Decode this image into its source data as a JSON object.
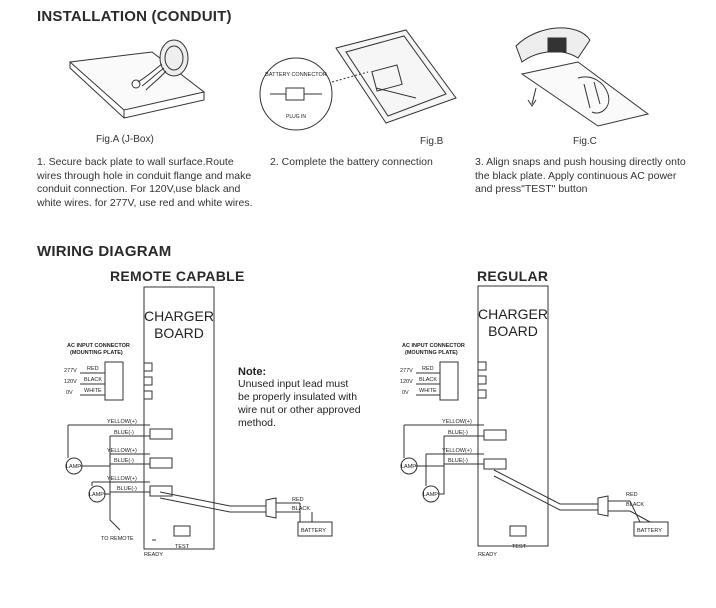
{
  "installation": {
    "title": "INSTALLATION (CONDUIT)",
    "figures": [
      {
        "caption": "Fig.A (J-Box)",
        "step": "1. Secure back plate to wall surface.Route wires through hole in conduit flange and make conduit connection. For 120V,use black and white wires. for 277V, use red and white wires."
      },
      {
        "caption": "Fig.B",
        "step": "2. Complete the battery connection",
        "callout_label": "BATTERY CONNECTOR",
        "plug_label": "PLUG IN"
      },
      {
        "caption": "Fig.C",
        "step": "3. Align snaps and push housing directly onto the black plate. Apply continuous AC power and press\"TEST\" button"
      }
    ]
  },
  "wiring": {
    "title": "WIRING DIAGRAM",
    "note_title": "Note:",
    "note_lines": [
      "Unused input lead must",
      "be properly insulated with",
      "wire nut or other approved",
      "method."
    ],
    "diagrams": [
      {
        "name": "REMOTE CAPABLE",
        "board_line1": "CHARGER",
        "board_line2": "BOARD",
        "ac_label_1": "AC INPUT CONNECTOR",
        "ac_label_2": "(MOUNTING PLATE)",
        "v277": "277V",
        "v120": "120V",
        "v0": "0V",
        "red": "RED",
        "black": "BLACK",
        "white": "WHITE",
        "yellow_1": "YELLOW(+)",
        "blue_1": "BLUE(-)",
        "yellow_2": "YELLOW(+)",
        "blue_2": "BLUE(-)",
        "yellow_3": "YELLOW(+)",
        "blue_3": "BLUE(-)",
        "lamp_1": "LAMP",
        "lamp_2": "LAMP",
        "batt_red": "RED",
        "batt_black": "BLACK",
        "battery": "BATTERY",
        "to_remote": "TO REMOTE",
        "ready": "READY",
        "test": "TEST"
      },
      {
        "name": "REGULAR",
        "board_line1": "CHARGER",
        "board_line2": "BOARD",
        "ac_label_1": "AC INPUT CONNECTOR",
        "ac_label_2": "(MOUNTING PLATE)",
        "v277": "277V",
        "v120": "120V",
        "v0": "0V",
        "red": "RED",
        "black": "BLACK",
        "white": "WHITE",
        "yellow_1": "YELLOW(+)",
        "blue_1": "BLUE(-)",
        "yellow_2": "YELLOW(+)",
        "blue_2": "BLUE(-)",
        "lamp_1": "LAMP",
        "lamp_2": "LAMP",
        "batt_red": "RED",
        "batt_black": "BLACK",
        "battery": "BATTERY",
        "ready": "READY",
        "test": "TEST"
      }
    ]
  }
}
